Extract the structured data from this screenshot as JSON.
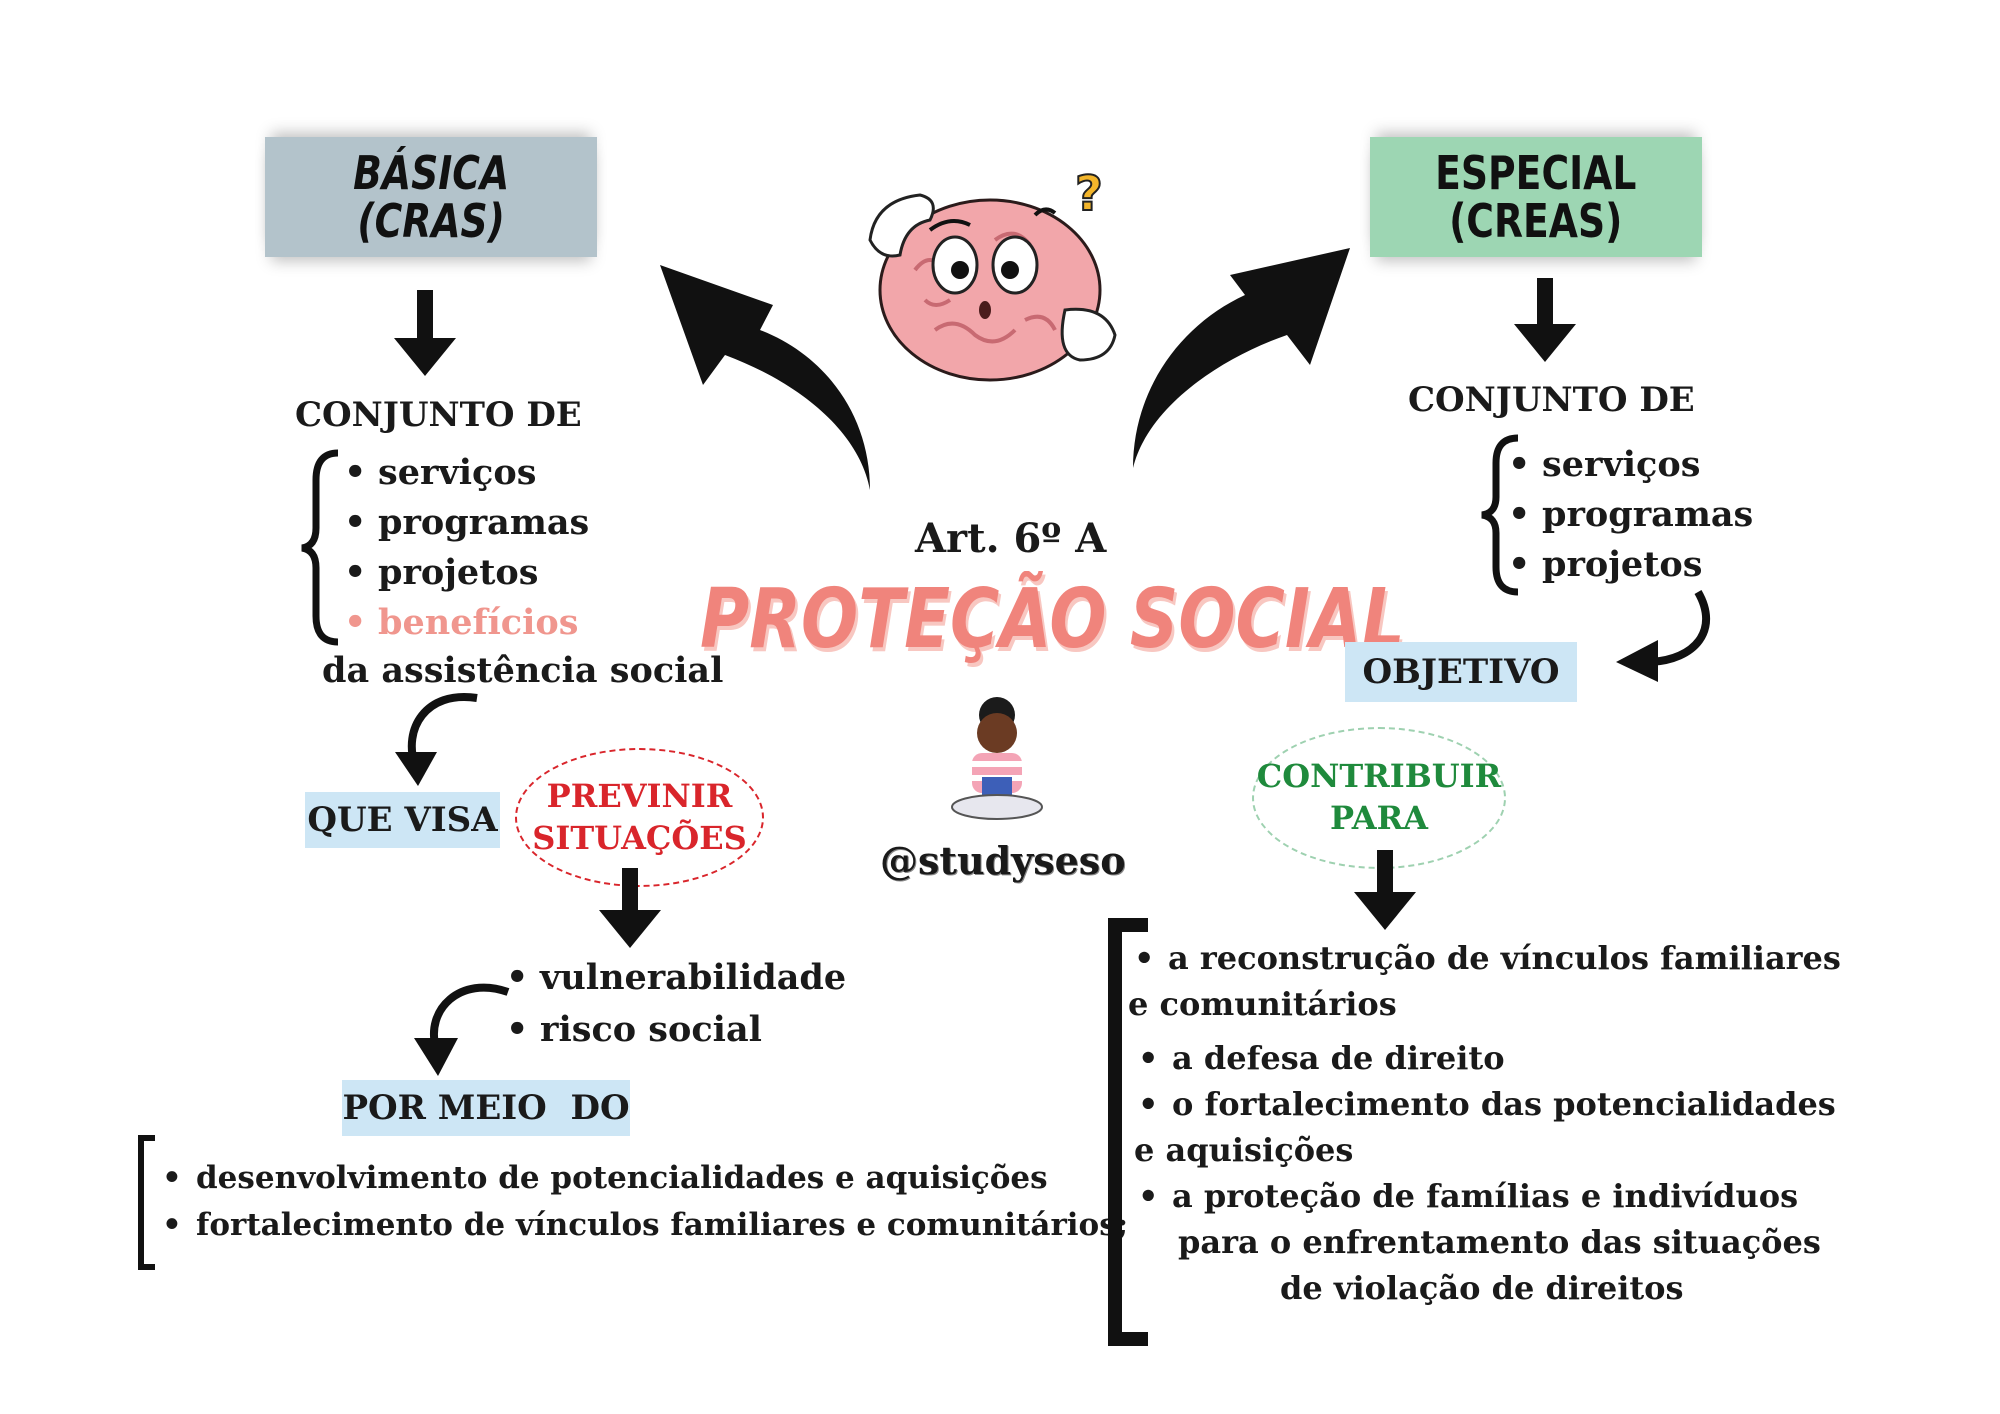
{
  "basica": {
    "line1": "BÁSICA",
    "line2": "(CRAS)",
    "color": "#b3c3cb"
  },
  "especial": {
    "line1": "ESPECIAL",
    "line2": "(CREAS)",
    "color": "#9dd6b3"
  },
  "center": {
    "article": "Art. 6º A",
    "title": "PROTEÇÃO SOCIAL",
    "title_color": "#f0847c",
    "handle": "@studyseso"
  },
  "left": {
    "conjunto": "CONJUNTO DE",
    "items": [
      "serviços",
      "programas",
      "projetos",
      "benefícios"
    ],
    "highlight_color": "#f0968e",
    "assistencia": "da assistência social",
    "que_visa": "QUE VISA",
    "previnir": {
      "line1": "PREVINIR",
      "line2": "SITUAÇÕES",
      "color": "#d9252b"
    },
    "riscos": [
      "vulnerabilidade",
      "risco social"
    ],
    "por_meio": "POR MEIO  DO",
    "meios": [
      "desenvolvimento de potencialidades e aquisições",
      "fortalecimento de vínculos familiares e comunitários;"
    ]
  },
  "right": {
    "conjunto": "CONJUNTO DE",
    "items": [
      "serviços",
      "programas",
      "projetos"
    ],
    "objetivo": "OBJETIVO",
    "contribuir": {
      "line1": "CONTRIBUIR",
      "line2": "PARA",
      "color": "#1f8a3c"
    },
    "goals": [
      {
        "line1": "a reconstrução de vínculos familiares",
        "line2": "e comunitários"
      },
      {
        "line1": "a defesa de direito"
      },
      {
        "line1": "o fortalecimento das potencialidades",
        "line2": "e aquisições"
      },
      {
        "line1": "a proteção de famílias e indivíduos",
        "line2": "para o enfrentamento das situações",
        "line3": "de violação de direitos"
      }
    ]
  }
}
